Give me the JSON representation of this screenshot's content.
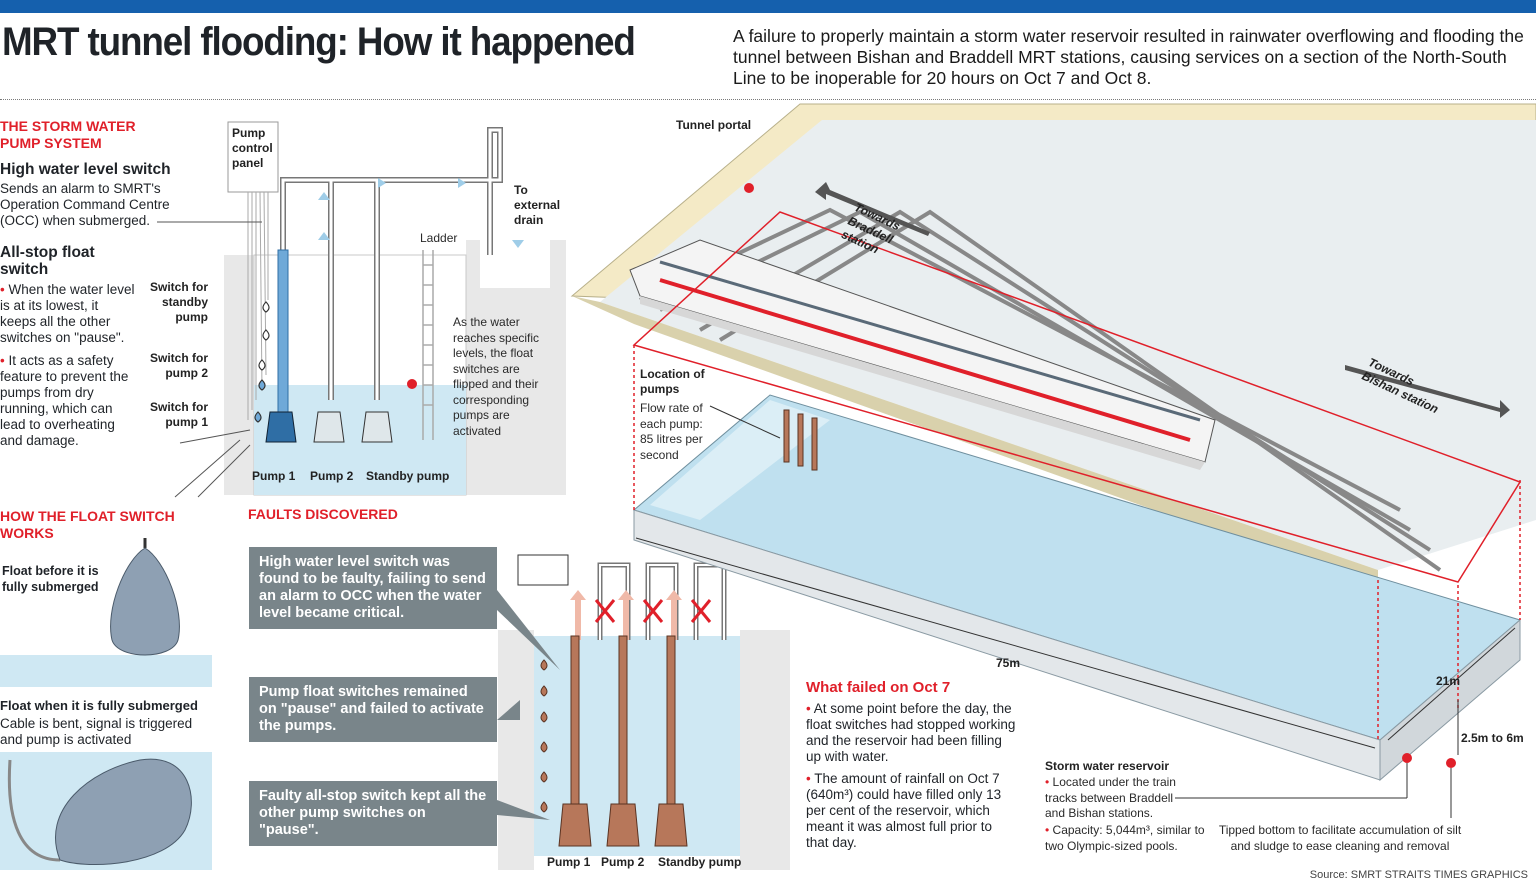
{
  "header": {
    "title": "MRT tunnel flooding: How it happened",
    "intro": "A failure to properly maintain a storm water reservoir resulted in rainwater overflowing and flooding the tunnel between Bishan and Braddell MRT stations, causing services on a section of the North-South Line to be inoperable for 20 hours on Oct 7 and Oct 8."
  },
  "pump_system": {
    "heading": "The storm water pump system",
    "high_switch_title": "High water level switch",
    "high_switch_text": "Sends an alarm to SMRT's Operation Command Centre (OCC) when submerged.",
    "allstop_title": "All-stop float switch",
    "allstop_bullet1": "When the water level is at its lowest, it keeps all the other switches on \"pause\".",
    "allstop_bullet2": "It acts as a safety feature to prevent the pumps from dry running, which can lead to overheating and damage.",
    "labels": {
      "pump_control_panel": "Pump control panel",
      "switch_standby": "Switch for standby pump",
      "switch_pump2": "Switch for pump 2",
      "switch_pump1": "Switch for pump 1",
      "ladder": "Ladder",
      "external_drain": "To external drain",
      "water_note": "As the water reaches specific levels, the float switches are flipped and their corresponding pumps are activated",
      "pump1": "Pump 1",
      "pump2": "Pump 2",
      "standby": "Standby pump"
    }
  },
  "float_switch": {
    "heading": "How the float switch works",
    "before_label": "Float before it is fully submerged",
    "submerged_title": "Float when it is fully submerged",
    "submerged_text": "Cable is bent, signal is triggered and pump is activated"
  },
  "faults": {
    "heading": "Faults discovered",
    "items": [
      "High water level switch was found to be faulty, failing to send an alarm to OCC when the water level became critical.",
      "Pump float switches remained on \"pause\" and failed to activate the pumps.",
      "Faulty all-stop switch kept all the other pump switches on \"pause\"."
    ],
    "pump1": "Pump 1",
    "pump2": "Pump 2",
    "standby": "Standby pump"
  },
  "tunnel": {
    "portal": "Tunnel portal",
    "towards_braddell": "Towards Braddell station",
    "towards_bishan": "Towards Bishan station",
    "location_title": "Location of pumps",
    "location_text": "Flow rate of each pump: 85 litres per second",
    "dim_length": "75m",
    "dim_width": "21m",
    "dim_depth": "2.5m to 6m",
    "reservoir_title": "Storm water reservoir",
    "reservoir_bullet1": "Located under the train tracks between Braddell and Bishan stations.",
    "reservoir_bullet2": "Capacity: 5,044m³, similar to two Olympic-sized pools.",
    "tipped": "Tipped bottom to facilitate accumulation of silt and sludge to ease cleaning and removal"
  },
  "failed": {
    "heading": "What failed on Oct 7",
    "bullet1": "At some point before the day, the float switches had stopped working and the reservoir had been filling up with water.",
    "bullet2": "The amount of rainfall on Oct 7 (640m³) could have filled only 13 per cent of the reservoir, which meant it was almost full prior to that day."
  },
  "source": "Source: SMRT   STRAITS TIMES GRAPHICS",
  "colors": {
    "accent_red": "#e0202a",
    "brand_blue": "#1560ad",
    "water": "#cfe8f3",
    "fault_box": "#79858a",
    "pump_copper": "#b7775a"
  }
}
